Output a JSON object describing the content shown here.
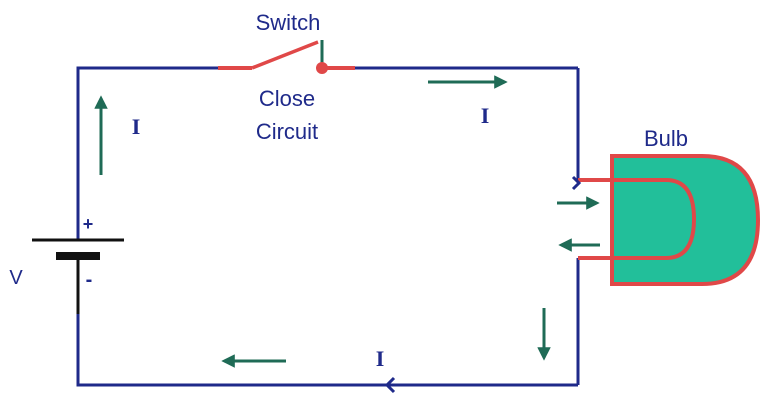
{
  "labels": {
    "switch": "Switch",
    "close": "Close",
    "circuit": "Circuit",
    "bulb": "Bulb",
    "voltage": "V",
    "plus": "+",
    "minus": "-",
    "current": "I"
  },
  "colors": {
    "wire": "#1f2a8a",
    "switch": "#e04848",
    "arrow": "#1f6b56",
    "bulb_fill": "#22bf9a",
    "bulb_outline": "#e04848",
    "battery": "#111111"
  }
}
